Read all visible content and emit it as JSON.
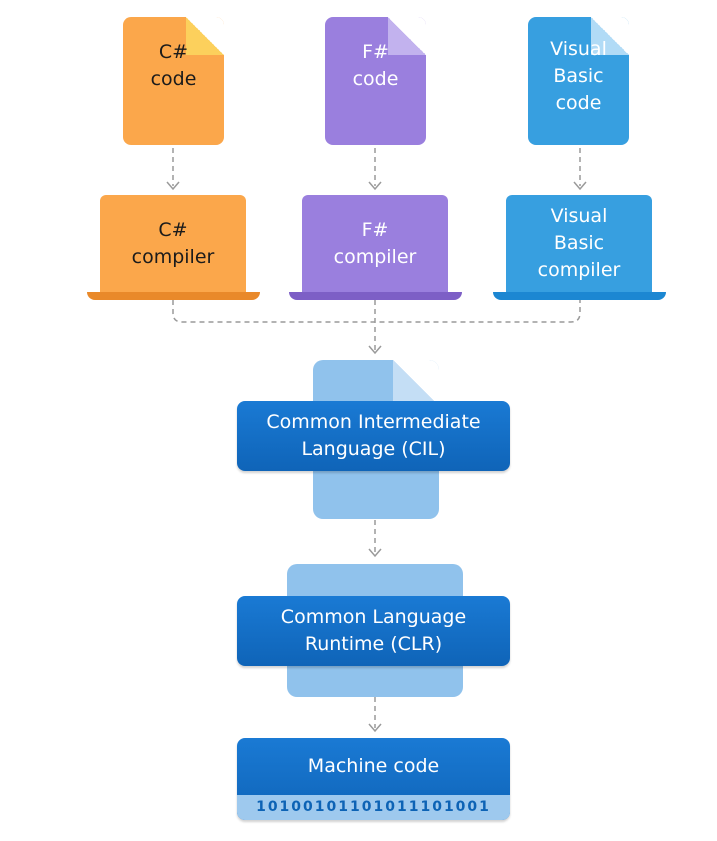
{
  "sources": [
    {
      "id": "csharp",
      "file_label": "C#\ncode",
      "compiler_label": "C#\ncompiler"
    },
    {
      "id": "fsharp",
      "file_label": "F#\ncode",
      "compiler_label": "F#\ncompiler"
    },
    {
      "id": "vb",
      "file_label": "Visual\nBasic\ncode",
      "compiler_label": "Visual\nBasic\ncompiler"
    }
  ],
  "cil": {
    "label": "Common Intermediate\nLanguage (CIL)"
  },
  "clr": {
    "label": "Common Language\nRuntime (CLR)"
  },
  "machine": {
    "label": "Machine code",
    "binary": "10100101101011101001"
  },
  "colors": {
    "csharp": "#fba74b",
    "csharp_fold": "#fcd05c",
    "csharp_base": "#e9892a",
    "fsharp": "#9a7fde",
    "fsharp_fold": "#c2b2ee",
    "fsharp_base": "#7d5fc6",
    "vb": "#379fe0",
    "vb_fold": "#b1dbf6",
    "vb_base": "#1c87d2",
    "cil_doc": "#90c2ec",
    "box_blue": "#1570c8",
    "binary_bg": "#9ec9ee",
    "connector": "#9a9a9a"
  }
}
